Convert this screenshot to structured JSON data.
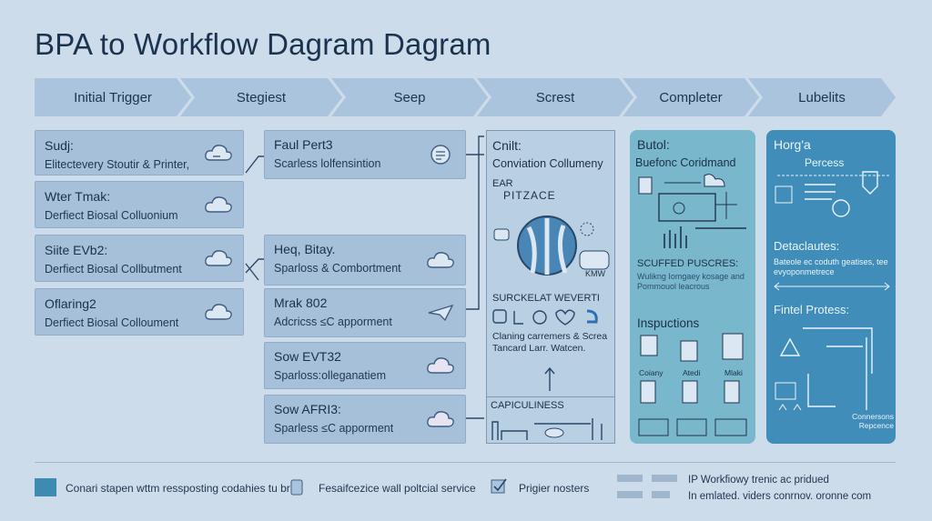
{
  "title": "BPA to Workflow Dagram Dagram",
  "chevrons": [
    "Initial Trigger",
    "Stegiest",
    "Seep",
    "Screst",
    "Completer",
    "Lubelits"
  ],
  "left_boxes": [
    {
      "title": "Sudj:",
      "sub": "Elitectevery Stoutir & Printer,"
    },
    {
      "title": "Wter Tmak:",
      "sub": "Derfiect Biosal Colluonium"
    },
    {
      "title": "Siite EVb2:",
      "sub": "Derfiect Biosal Collbutment"
    },
    {
      "title": "Oflaring2",
      "sub": "Derfiect Biosal Colloument"
    }
  ],
  "mid_boxes": [
    {
      "title": "Faul Pert3",
      "sub": "Scarless lolfensintion"
    },
    {
      "title": "Heq, Bitay.",
      "sub": "Sparloss & Combortment"
    },
    {
      "title": "Mrak 802",
      "sub": "Adcricss ≤C apporment"
    },
    {
      "title": "Sow EVT32",
      "sub": "Sparloss:olleganatiem"
    },
    {
      "title": "Sow AFRI3:",
      "sub": "Sparless ≤C apporment"
    }
  ],
  "center_panel": {
    "title": "Cnilt:",
    "subtitle": "Conviation Collumeny",
    "ear": "EAR",
    "pitzace": "PITZACE",
    "kmw": "KMW",
    "section": "SURCKELAT WEVERTI",
    "caption": "Claning carremers & Screa Tancard Larr. Watcen.",
    "bottom": "CAPICULINESS"
  },
  "right_panel": {
    "title": "Butol:",
    "subtitle": "Buefonc Coridmand",
    "section": "SCUFFED PUSCRES:",
    "section_text": "Wulikng Iomgaey kosage and Pommouol leacrous",
    "inspections": "Inspuctions",
    "cols": [
      "Coiany",
      "Atedi",
      "Mlaki"
    ]
  },
  "dark_panel": {
    "title": "Horg'a",
    "process": "Percess",
    "detaclautes": "Detaclautes:",
    "detaclautes_text": "Bateole ec coduth geatises, tee evyoponmetrece",
    "final": "Fintel Protess:",
    "footer": "Connersons Repcence"
  },
  "legend": [
    {
      "text": "Conari stapen wttm ressposting codahies tu brid",
      "icon": "square-swatch-icon",
      "color": "#3d8bb0"
    },
    {
      "text": "Fesaifcezice wall poltcial service",
      "icon": "shield-icon"
    },
    {
      "text": "Prigier nosters",
      "icon": "check-box-icon"
    }
  ],
  "notes": [
    "IP Workfiowy trenic ac pridued",
    "In emlated. viders conrnov. oronne com"
  ]
}
